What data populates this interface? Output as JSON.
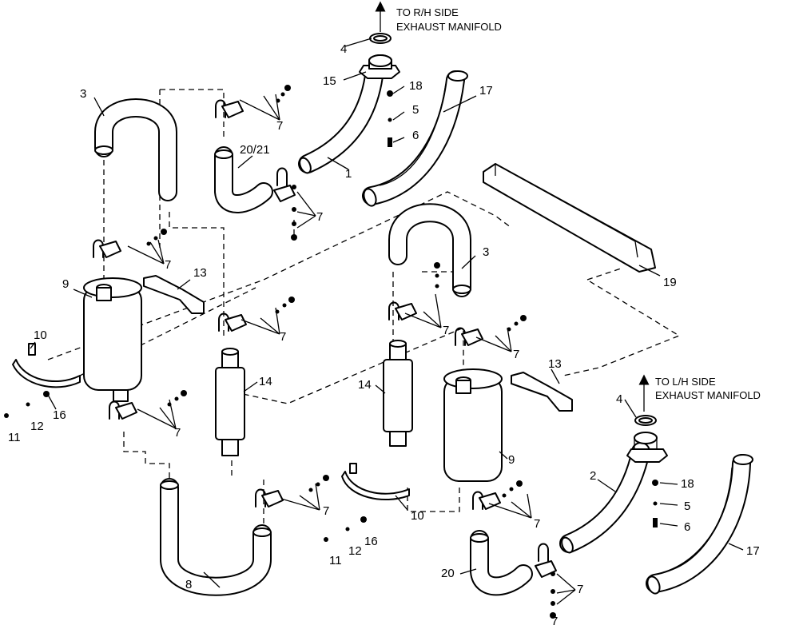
{
  "notes": {
    "rh_line1": "TO R/H SIDE",
    "rh_line2": "EXHAUST MANIFOLD",
    "lh_line1": "TO L/H SIDE",
    "lh_line2": "EXHAUST MANIFOLD"
  },
  "callouts": {
    "c1": "1",
    "c2": "2",
    "c3a": "3",
    "c3b": "3",
    "c4a": "4",
    "c4b": "4",
    "c5a": "5",
    "c5b": "5",
    "c6a": "6",
    "c6b": "6",
    "c7a": "7",
    "c7b": "7",
    "c7c": "7",
    "c7d": "7",
    "c7e": "7",
    "c7f": "7",
    "c7g": "7",
    "c7h": "7",
    "c7i": "7",
    "c7j": "7",
    "c7k": "7",
    "c8": "8",
    "c9a": "9",
    "c9b": "9",
    "c10a": "10",
    "c10b": "10",
    "c11a": "11",
    "c11b": "11",
    "c12a": "12",
    "c12b": "12",
    "c13a": "13",
    "c13b": "13",
    "c14a": "14",
    "c14b": "14",
    "c15": "15",
    "c16a": "16",
    "c16b": "16",
    "c17a": "17",
    "c17b": "17",
    "c18a": "18",
    "c18b": "18",
    "c19": "19",
    "c20": "20",
    "c20_21": "20/21"
  }
}
